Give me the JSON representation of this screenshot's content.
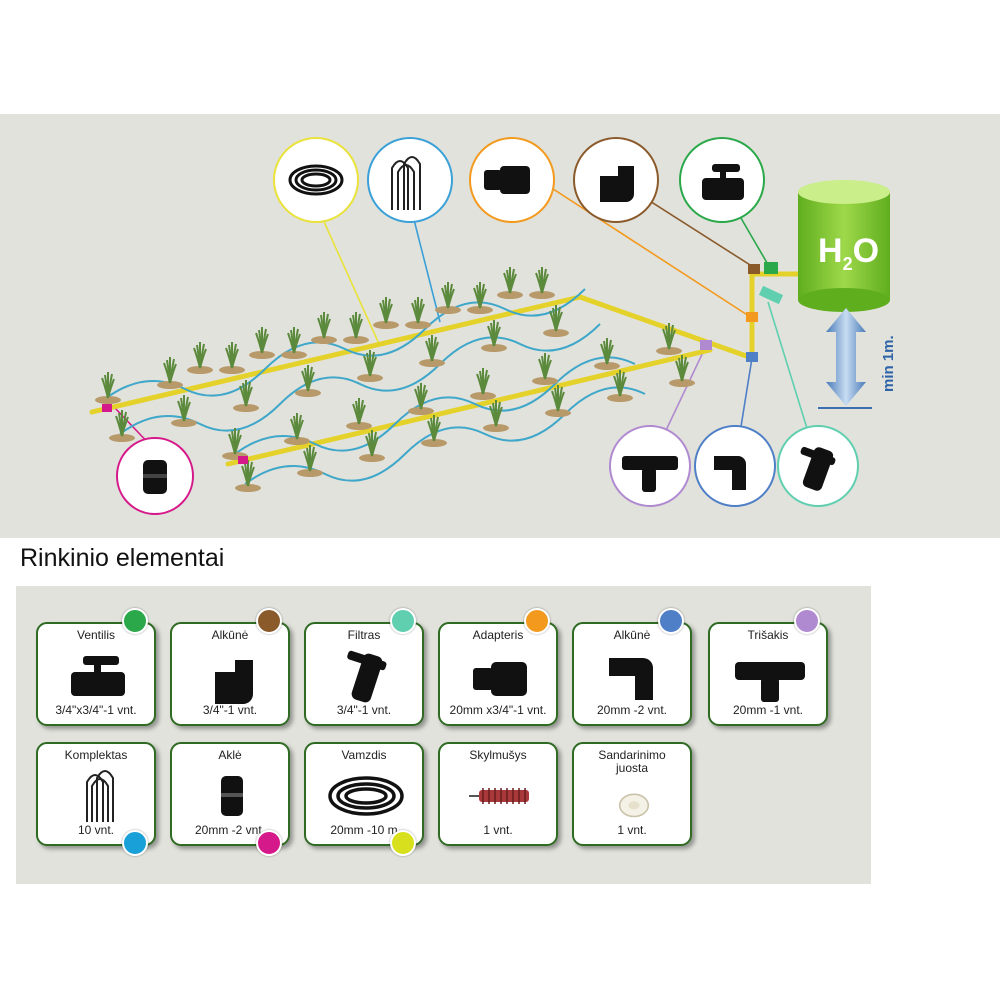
{
  "diagram": {
    "tank_label_main": "H",
    "tank_label_sub": "2",
    "tank_label_end": "O",
    "height_label": "min 1m."
  },
  "section_title": "Rinkinio elementai",
  "colors": {
    "green": "#2aa84a",
    "brown": "#8a5a2b",
    "teal": "#5fcfb0",
    "orange": "#f39a1e",
    "blue": "#4f7fc6",
    "purple": "#b08ad0",
    "cyan": "#1aa0d8",
    "magenta": "#d6198a",
    "yellow": "#d8df1c"
  },
  "elements": [
    {
      "name": "Ventilis",
      "qty": "3/4\"x3/4\"-1 vnt.",
      "icon": "valve-icon",
      "dot": "green"
    },
    {
      "name": "Alkūnė",
      "qty": "3/4\"-1 vnt.",
      "icon": "elbow-threaded-icon",
      "dot": "brown"
    },
    {
      "name": "Filtras",
      "qty": "3/4\"-1 vnt.",
      "icon": "filter-icon",
      "dot": "teal"
    },
    {
      "name": "Adapteris",
      "qty": "20mm x3/4\"-1 vnt.",
      "icon": "adapter-icon",
      "dot": "orange"
    },
    {
      "name": "Alkūnė",
      "qty": "20mm -2 vnt.",
      "icon": "elbow-compression-icon",
      "dot": "blue"
    },
    {
      "name": "Trišakis",
      "qty": "20mm -1 vnt.",
      "icon": "tee-icon",
      "dot": "purple"
    },
    {
      "name": "Komplektas",
      "qty": "10 vnt.",
      "icon": "stake-set-icon",
      "dot": "cyan"
    },
    {
      "name": "Aklė",
      "qty": "20mm -2 vnt.",
      "icon": "end-cap-icon",
      "dot": "magenta"
    },
    {
      "name": "Vamzdis",
      "qty": "20mm -10 m",
      "icon": "hose-coil-icon",
      "dot": "yellow"
    },
    {
      "name": "Skylmušys",
      "qty": "1 vnt.",
      "icon": "hole-punch-icon",
      "dot": ""
    },
    {
      "name": "Sandarinimo juosta",
      "qty": "1 vnt.",
      "icon": "seal-tape-icon",
      "dot": ""
    }
  ]
}
